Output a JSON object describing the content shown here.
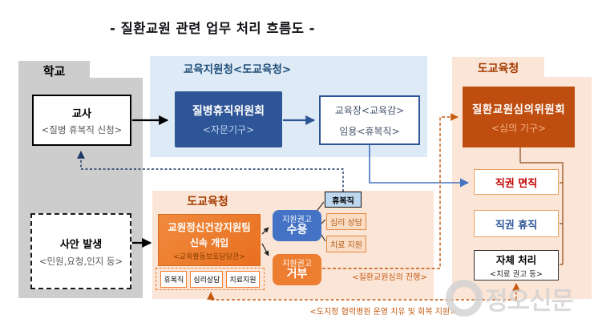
{
  "title": "- 질환교원 관련 업무 처리 흐름도 -",
  "school": {
    "label": "학교",
    "teacher": {
      "title": "교사",
      "subtitle": "<질병 휴복직 신청>"
    },
    "incident": {
      "title": "사안 발생",
      "subtitle": "<민원,요청,인지 등>"
    }
  },
  "education_office": {
    "label": "교육지원청<도교육청>",
    "sick_leave_committee": {
      "title": "질병휴직위원회",
      "subtitle": "<자문기구>"
    },
    "superintendent": {
      "line1": "교육장<교육감>",
      "line2": "임용<휴복직>"
    }
  },
  "provincial_office": {
    "label": "도교육청",
    "review_committee": {
      "title": "질환교원심의위원회",
      "subtitle": "<심의 기구>"
    },
    "dismissal": "직권 면직",
    "leave": "직권 휴직",
    "self_handle": {
      "title": "자체 처리",
      "subtitle": "<치료 권고 등>"
    }
  },
  "support_team": {
    "label": "도교육청",
    "team": {
      "line1": "교원정신건강지원팀",
      "line2": "신속 개입",
      "line3": "<교육활동보호담당관>"
    },
    "measures": [
      "휴복직",
      "심리상담",
      "치료지원"
    ],
    "accept": {
      "line1": "지원권고",
      "line2": "수용"
    },
    "reject": {
      "line1": "지원권고",
      "line2": "거부"
    },
    "outcomes": {
      "leave": "휴복직",
      "counsel": "심리 상담",
      "treatment": "치료 지원"
    }
  },
  "notes": {
    "review_progress": "<질환교원심의 진행>",
    "hospital_support": "<도지정 협력병원 운영 치유 및 회복 지원>"
  },
  "watermark": "정오신문",
  "colors": {
    "blue_dark": "#2E5597",
    "blue_mid": "#4472C4",
    "blue_panel": "#DEEBF7",
    "blue_light": "#BDD7EE",
    "orange": "#ED7D31",
    "orange_dark": "#BF4D0F",
    "peach_panel": "#FBE5D6",
    "red": "#C00000",
    "navy_dash": "#1F3864",
    "gray_panel": "#CDCDCD"
  }
}
